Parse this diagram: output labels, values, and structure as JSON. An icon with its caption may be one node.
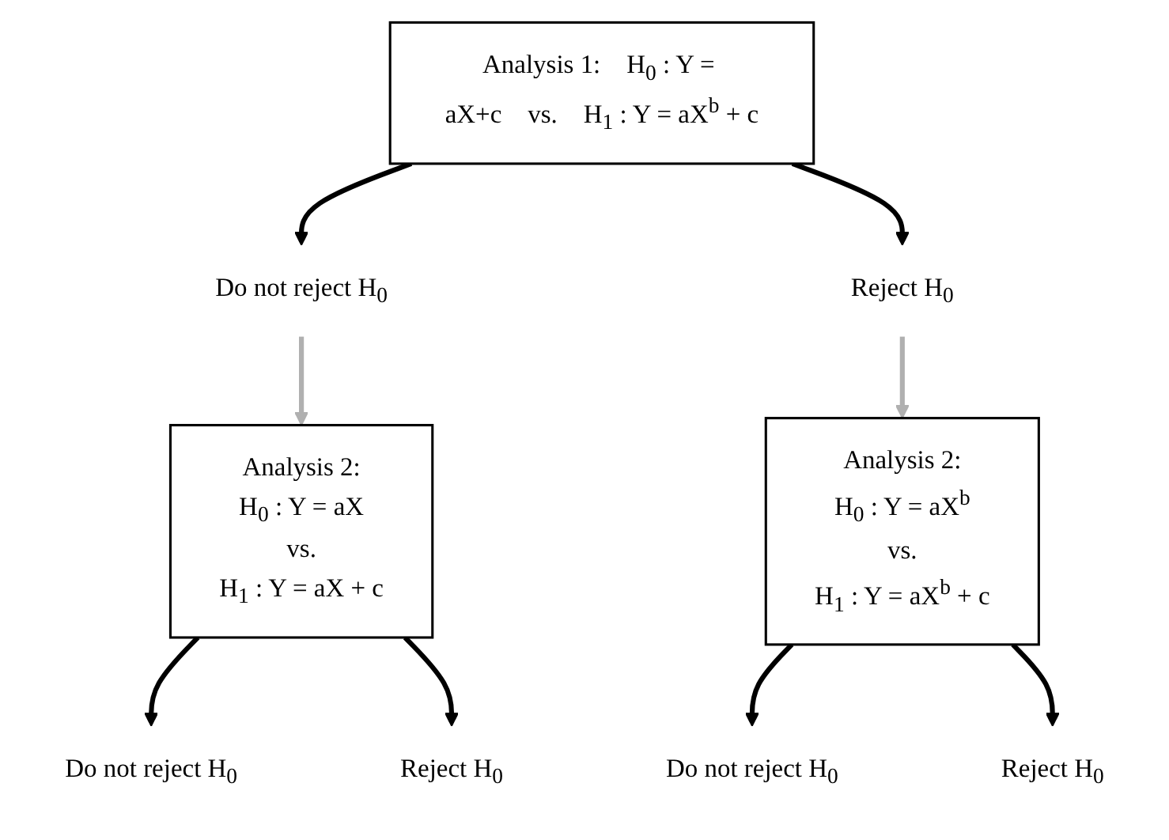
{
  "diagram": {
    "nodes": [
      {
        "text": [
          "Analysis 1:",
          "H$_{0}$ : Y = aX+c",
          "vs.",
          "H$_{1}$ : Y = aX$^{b}$ + c"
        ]
      },
      {
        "text": [
          "Do not reject H$_{0}$"
        ]
      },
      {
        "text": [
          "Reject H$_{0}$"
        ]
      },
      {
        "text": [
          "Analysis 2:",
          "H$_{0}$ : Y = aX",
          "vs.",
          "H$_{1}$ : Y = aX + c"
        ]
      },
      {
        "text": [
          "Analysis 2:",
          "H$_{0}$ : Y = aX$^{b}$",
          "vs.",
          "H$_{1}$ : Y = aX$^{b}$ + c"
        ]
      },
      {
        "text": [
          "Do not reject H$_{0}$"
        ]
      },
      {
        "text": [
          "Reject H$_{0}$"
        ]
      },
      {
        "text": [
          "Do not reject H$_{0}$"
        ]
      },
      {
        "text": [
          "Reject H$_{0}$"
        ]
      }
    ],
    "edges": [
      {
        "from": 0,
        "to": 1,
        "arrow": "to"
      },
      {
        "from": 0,
        "to": 2,
        "arrow": "to"
      },
      {
        "from": 1,
        "to": 3,
        "arrow": "to",
        "color": "#b0b0b0"
      },
      {
        "from": 2,
        "to": 4,
        "arrow": "to",
        "color": "#b0b0b0"
      },
      {
        "from": 3,
        "to": 5,
        "arrow": "to"
      },
      {
        "from": 3,
        "to": 6,
        "arrow": "to"
      },
      {
        "from": 4,
        "to": 7,
        "arrow": "to"
      },
      {
        "from": 4,
        "to": 8,
        "arrow": "to"
      }
    ]
  }
}
